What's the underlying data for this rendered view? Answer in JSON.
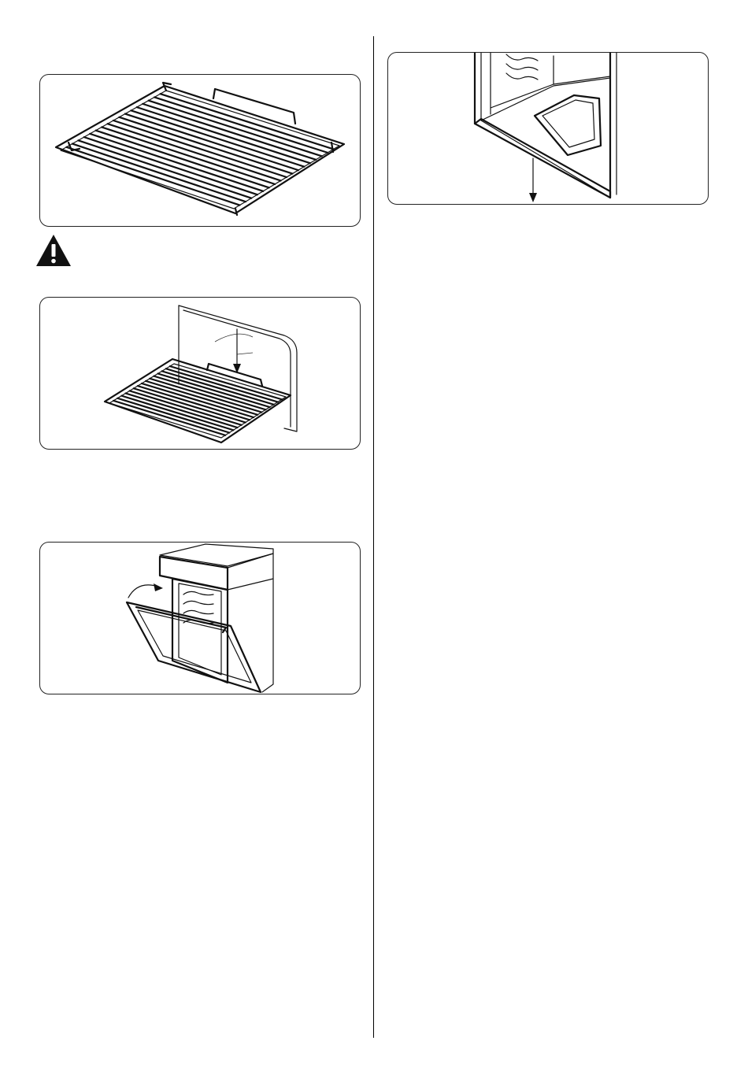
{
  "figures": [
    {
      "id": "rack",
      "icon": "wire-rack-illustration"
    },
    {
      "id": "rack-insert",
      "icon": "rack-insert-illustration"
    },
    {
      "id": "door",
      "icon": "oven-door-open-illustration"
    },
    {
      "id": "oven-bottom",
      "icon": "oven-bottom-removal-illustration"
    }
  ],
  "warning": {
    "icon": "warning-triangle-icon",
    "symbol": "!"
  },
  "colors": {
    "line": "#111111",
    "frame": "#222222",
    "background": "#ffffff"
  }
}
